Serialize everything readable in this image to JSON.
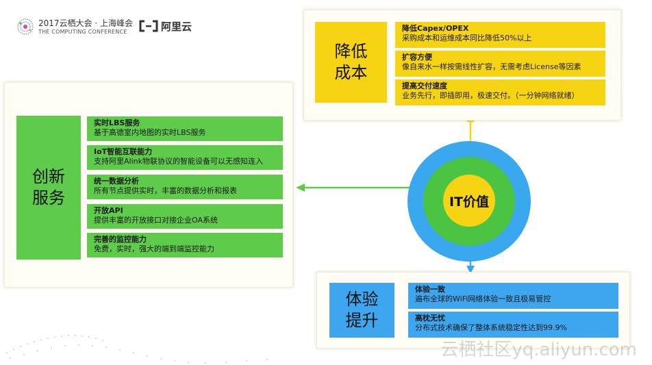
{
  "header": {
    "conference_title": "2017云栖大会 · 上海峰会",
    "conference_subtitle": "THE COMPUTING CONFERENCE",
    "brand_name": "阿里云",
    "conference_logo_icon": "dotted-globe-icon",
    "brand_logo_icon": "aliyun-bracket-icon"
  },
  "hub": {
    "label": "IT价值"
  },
  "green": {
    "tile": "创新\n服务",
    "items": [
      {
        "title": "实时LBS服务",
        "desc": "基于高德室内地图的实时LBS服务"
      },
      {
        "title": "IoT智能互联能力",
        "desc": "支持阿里Alink物联协议的智能设备可以无感知连入"
      },
      {
        "title": "统一数据分析",
        "desc": "所有节点提供实时，丰富的数据分析和报表"
      },
      {
        "title": "开放API",
        "desc": "提供丰富的开放接口对接企业OA系统"
      },
      {
        "title": "完善的监控能力",
        "desc": "免费，实时，强大的端到端监控能力"
      }
    ]
  },
  "yellow": {
    "tile": "降低\n成本",
    "items": [
      {
        "title": "降低Capex/OPEX",
        "desc": "采购成本和运维成本同比降低50%以上"
      },
      {
        "title": "扩容方便",
        "desc": "像自来水一样按需线性扩容，无需考虑License等因素"
      },
      {
        "title": "提高交付速度",
        "desc": "业务先行，即插即用，极速交付。（一分钟网络就绪）"
      }
    ]
  },
  "blue": {
    "tile": "体验\n提升",
    "items": [
      {
        "title": "体验一致",
        "desc": "遍布全球的WiFi网络体验一致且极易管控"
      },
      {
        "title": "高枕无忧",
        "desc": "分布式技术确保了整体系统稳定性达到99.9%"
      }
    ]
  },
  "watermark": "云栖社区yq.aliyun.com",
  "colors": {
    "green": "#5fcb4b",
    "yellow": "#f6d313",
    "blue": "#3da6ef"
  }
}
